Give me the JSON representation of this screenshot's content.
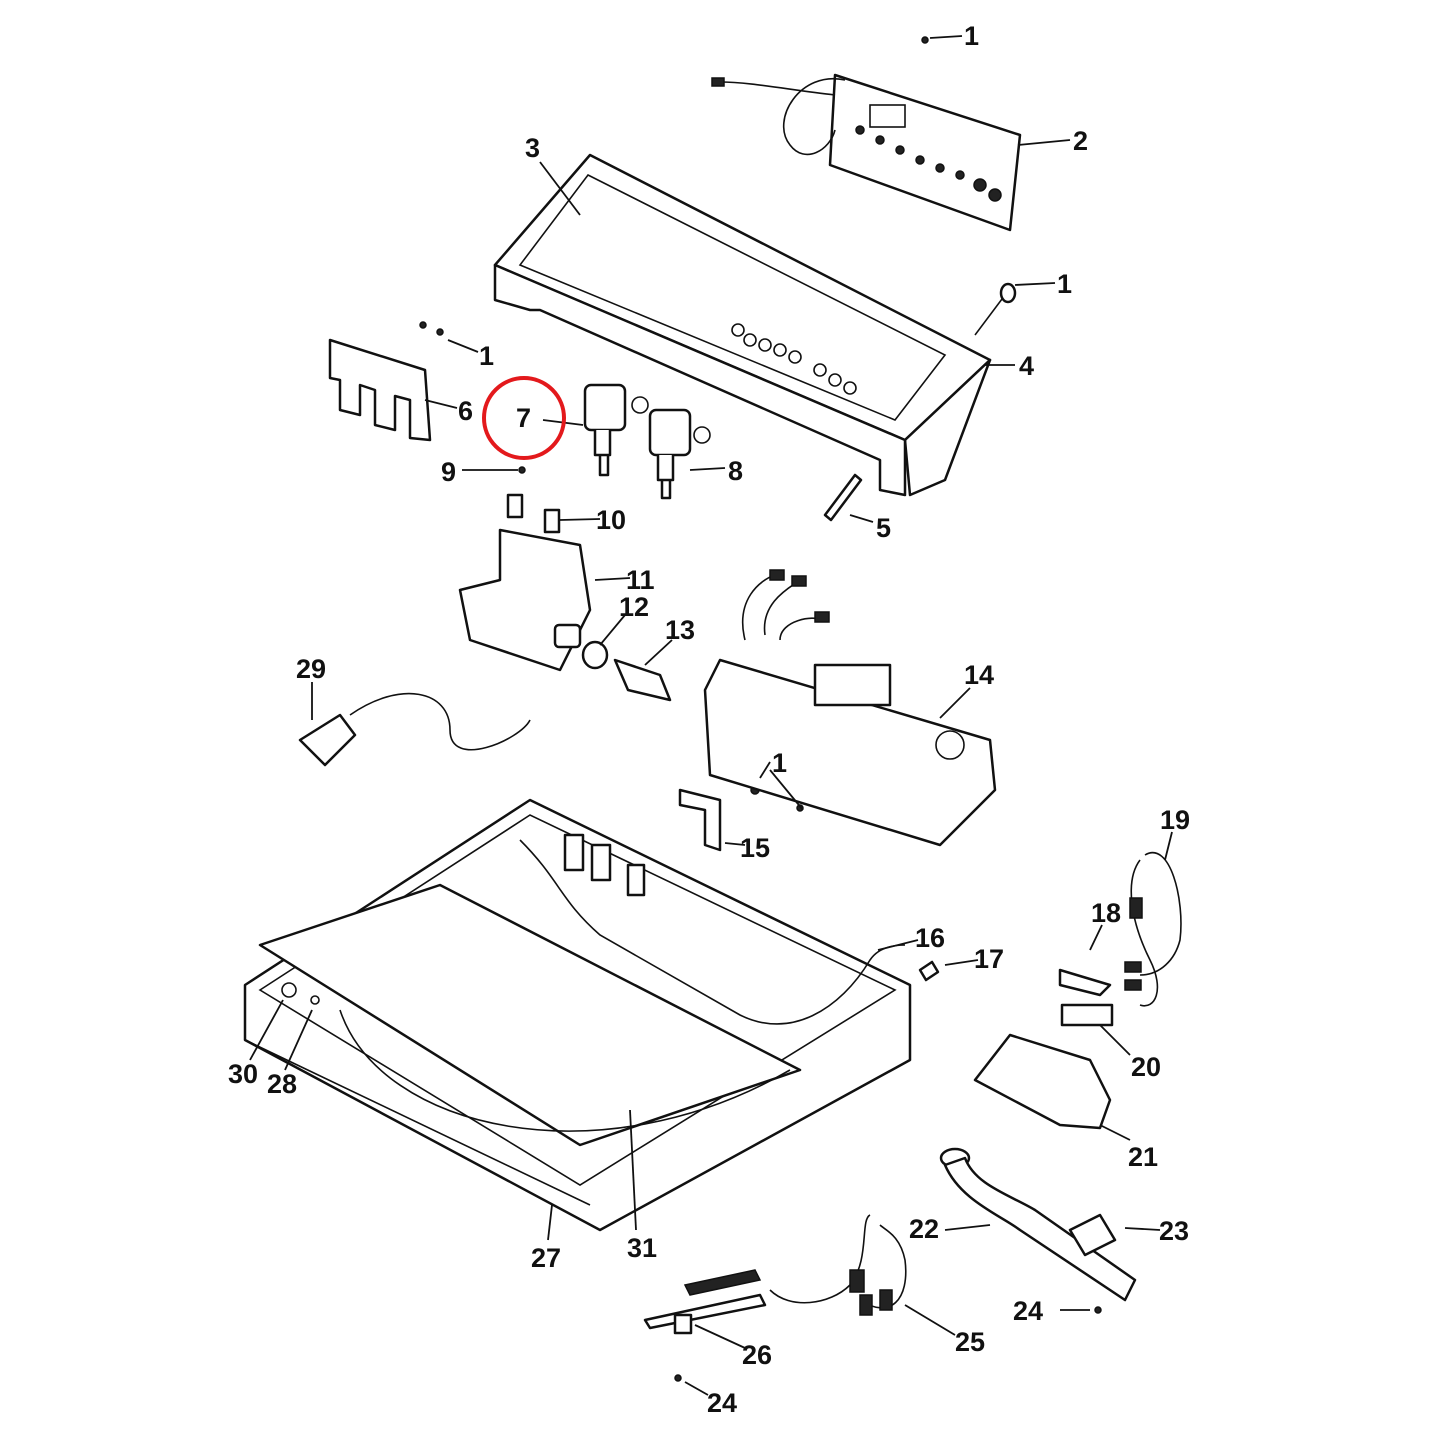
{
  "diagram": {
    "type": "exploded-parts-diagram",
    "highlight_color": "#e3191c",
    "highlighted_part": "7",
    "labels": [
      "1",
      "2",
      "3",
      "1",
      "4",
      "1",
      "6",
      "7",
      "8",
      "9",
      "10",
      "5",
      "11",
      "12",
      "13",
      "29",
      "14",
      "1",
      "15",
      "19",
      "18",
      "16",
      "17",
      "20",
      "30",
      "28",
      "21",
      "22",
      "23",
      "27",
      "31",
      "24",
      "25",
      "26",
      "24"
    ]
  }
}
